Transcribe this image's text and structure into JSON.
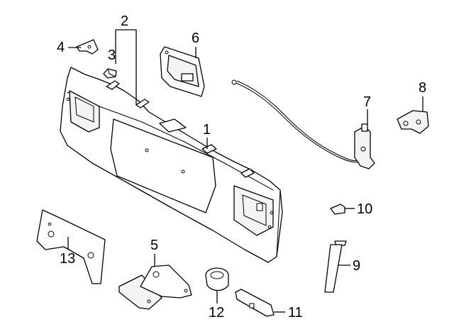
{
  "callouts": [
    {
      "id": "c1",
      "number": "1"
    },
    {
      "id": "c2",
      "number": "2"
    },
    {
      "id": "c3",
      "number": "3"
    },
    {
      "id": "c4",
      "number": "4"
    },
    {
      "id": "c5",
      "number": "5"
    },
    {
      "id": "c6",
      "number": "6"
    },
    {
      "id": "c7",
      "number": "7"
    },
    {
      "id": "c8",
      "number": "8"
    },
    {
      "id": "c9",
      "number": "9"
    },
    {
      "id": "c10",
      "number": "10"
    },
    {
      "id": "c11",
      "number": "11"
    },
    {
      "id": "c12",
      "number": "12"
    },
    {
      "id": "c13",
      "number": "13"
    }
  ],
  "colors": {
    "line": "#000000",
    "background": "#ffffff"
  }
}
